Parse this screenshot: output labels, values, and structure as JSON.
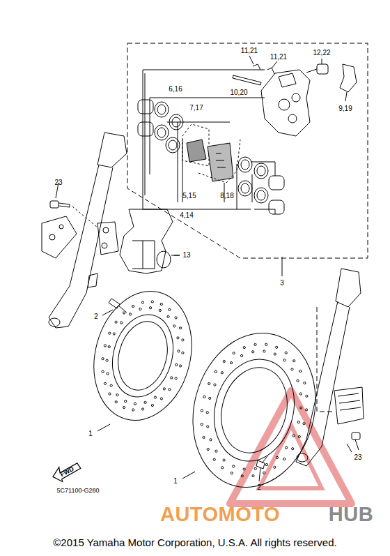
{
  "diagram": {
    "caption": "©2015 Yamaha Motor Corporation, U.S.A. All rights reserved.",
    "nodes": [
      {
        "text": [
          "FWD"
        ]
      }
    ],
    "labels": [
      "11,21",
      "11,21",
      "12,22",
      "6,16",
      "7,17",
      "10,20",
      "9,19",
      "5,15",
      "4,14",
      "8,18",
      "23",
      "13",
      "3",
      "2",
      "1",
      "1",
      "2",
      "23",
      "5C71100-G280",
      "AUTOMOTO",
      "HUB"
    ]
  }
}
